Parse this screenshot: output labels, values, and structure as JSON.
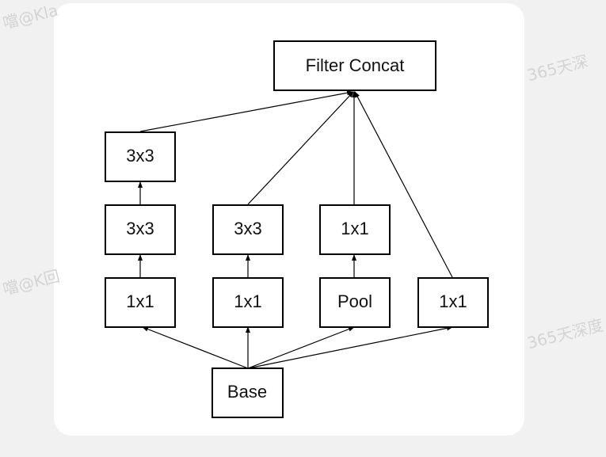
{
  "diagram": {
    "nodes": {
      "filter_concat": "Filter Concat",
      "b1_top": "3x3",
      "b1_mid": "3x3",
      "b1_bot": "1x1",
      "b2_mid": "3x3",
      "b2_bot": "1x1",
      "b3_mid": "1x1",
      "b3_bot": "Pool",
      "b4_bot": "1x1",
      "base": "Base"
    }
  },
  "watermarks": {
    "top_left": "噹@Kla",
    "top_right": "365天深",
    "mid_left": "噹@K回",
    "mid_right": "365天深度"
  },
  "colors": {
    "page_bg": "#f1f1f1",
    "card_bg": "#ffffff",
    "stroke": "#000000",
    "watermark": "#d4d4d4"
  }
}
